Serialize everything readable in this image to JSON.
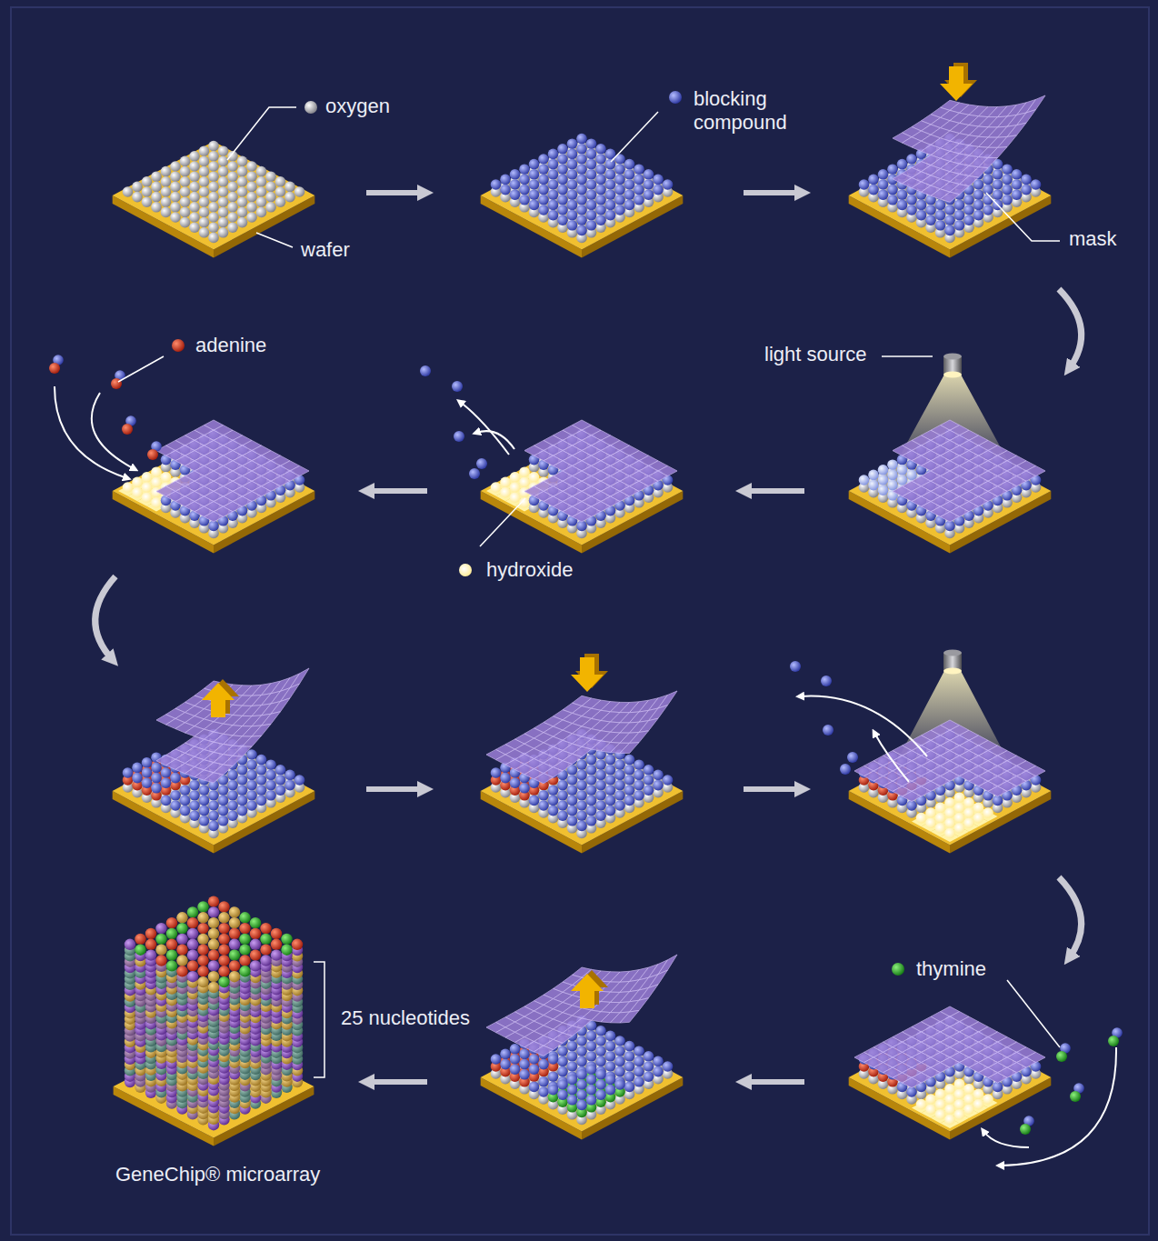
{
  "diagram": {
    "labels": [
      "oxygen",
      "wafer",
      "blocking compound",
      "mask",
      "light source",
      "adenine",
      "hydroxide",
      "thymine",
      "25 nucleotides",
      "GeneChip® microarray"
    ]
  }
}
